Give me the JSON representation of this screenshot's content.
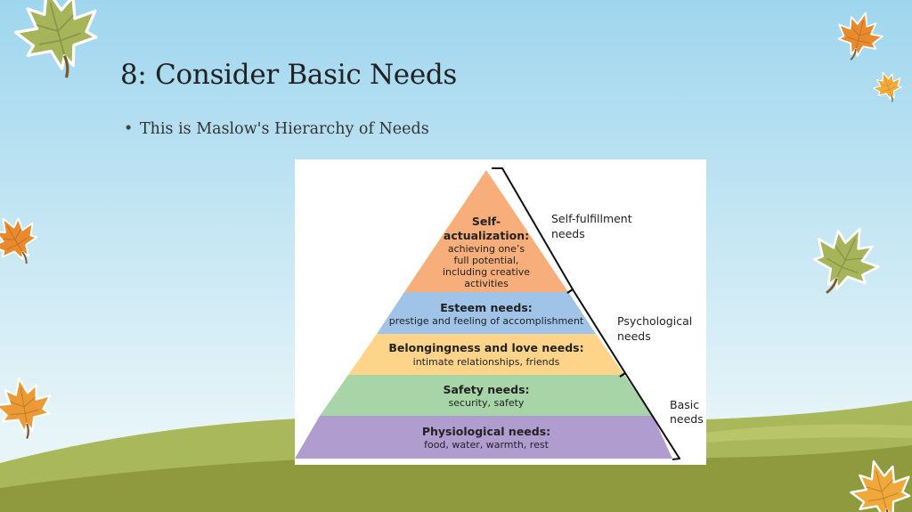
{
  "slide": {
    "title": "8: Consider Basic Needs",
    "bullets": [
      "This is Maslow's Hierarchy of Needs"
    ]
  },
  "pyramid": {
    "levels": [
      {
        "name": "Self-actualization",
        "heading_lines": [
          "Self-",
          "actualization:"
        ],
        "desc_lines": [
          "achieving one’s",
          "full potential,",
          "including creative",
          "activities"
        ],
        "color": "#f7ae7a"
      },
      {
        "name": "Esteem needs",
        "heading_lines": [
          "Esteem needs:"
        ],
        "desc_lines": [
          "prestige and feeling of accomplishment"
        ],
        "color": "#9fc4e8"
      },
      {
        "name": "Belongingness and love needs",
        "heading_lines": [
          "Belongingness and love needs:"
        ],
        "desc_lines": [
          "intimate relationships, friends"
        ],
        "color": "#fdd48a"
      },
      {
        "name": "Safety needs",
        "heading_lines": [
          "Safety needs:"
        ],
        "desc_lines": [
          "security, safety"
        ],
        "color": "#a8d5a8"
      },
      {
        "name": "Physiological needs",
        "heading_lines": [
          "Physiological needs:"
        ],
        "desc_lines": [
          "food, water, warmth, rest"
        ],
        "color": "#b19cd0"
      }
    ],
    "groups": [
      {
        "lines": [
          "Self-fulfillment",
          "needs"
        ]
      },
      {
        "lines": [
          "Psychological",
          "needs"
        ]
      },
      {
        "lines": [
          "Basic",
          "needs"
        ]
      }
    ]
  },
  "colors": {
    "sky_top": "#9fd6ee",
    "sky_bottom": "#e8f5f8",
    "hill_light": "#a9b85a",
    "hill_dark": "#8f9a3e",
    "leaf_green": "#a6b55a",
    "leaf_orange": "#e98a2e"
  },
  "decor": {
    "leaves": [
      "maple-leaf-icon",
      "maple-leaf-icon",
      "maple-leaf-icon",
      "maple-leaf-icon",
      "maple-leaf-icon",
      "maple-leaf-icon",
      "maple-leaf-icon"
    ]
  }
}
